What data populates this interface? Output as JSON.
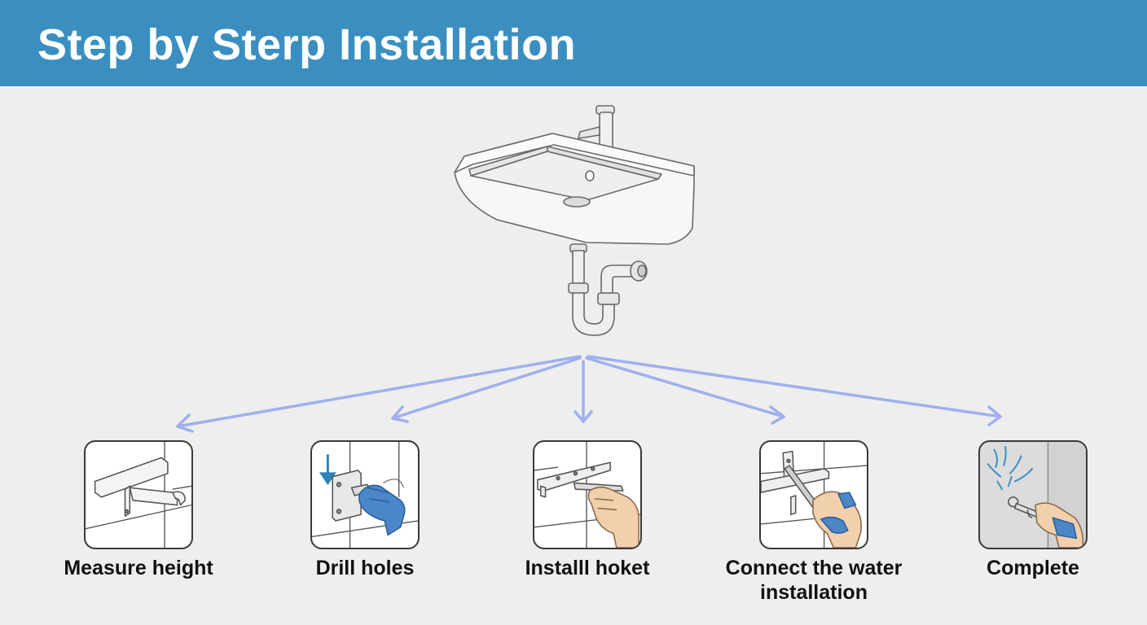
{
  "header": {
    "title": "Step by Sterp Installation"
  },
  "steps": [
    {
      "label": "Measure height"
    },
    {
      "label": "Drill holes"
    },
    {
      "label": "Installl hoket"
    },
    {
      "label": "Connect the water installation"
    },
    {
      "label": "Complete"
    }
  ],
  "colors": {
    "header": "#3a8fc0",
    "arrow": "#9fb0ee",
    "glove": "#4a86c8",
    "accent": "#2a82b8"
  }
}
